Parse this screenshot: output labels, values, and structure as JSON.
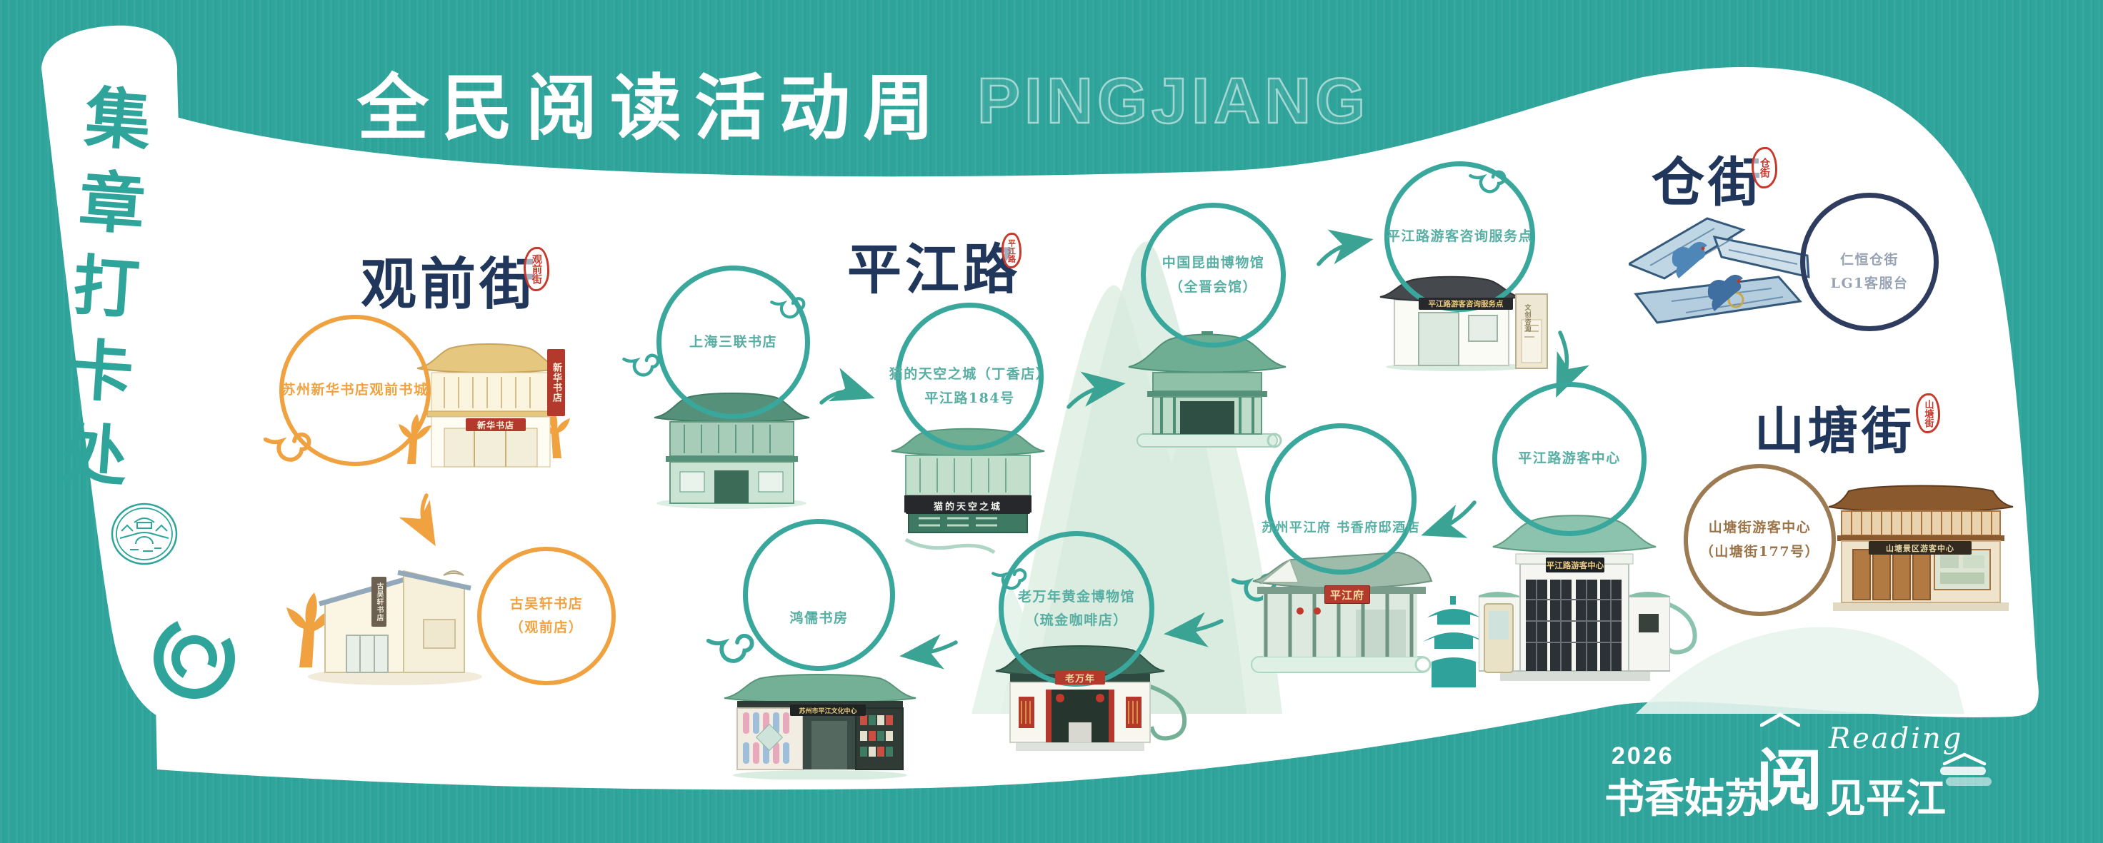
{
  "colors": {
    "background_teal": "#2FA49B",
    "circle_teal": "#3AA79C",
    "label_teal": "#57AEA3",
    "orange": "#F0A241",
    "navy_circle": "#2E3D5F",
    "navy_label": "#97A2B3",
    "brown_circle": "#9C7B52",
    "brown_label": "#9B7348",
    "header_navy": "#21365B",
    "seal_red": "#C8382B"
  },
  "icons": {
    "banner_seal": "bridge-pavilion-seal",
    "footer_books": "books-under-roof-icon",
    "clouds": "auspicious-cloud-icon",
    "pagoda": "pagoda-silhouette-icon"
  },
  "scroll_banner": {
    "vertical_title": "集章打卡处"
  },
  "header": {
    "title": "全民阅读活动周",
    "subtitle": "PINGJIANG"
  },
  "sections": [
    {
      "name": "观前街",
      "seal": "观前街"
    },
    {
      "name": "平江路",
      "seal": "平江路"
    },
    {
      "name": "仓街",
      "seal": "仓街"
    },
    {
      "name": "山塘街",
      "seal": "山塘街"
    }
  ],
  "stops": [
    {
      "id": "xinhua",
      "section": "观前街",
      "circle_color": "orange",
      "lines": [
        "苏州新华书店观前书城"
      ]
    },
    {
      "id": "guwuxuan",
      "section": "观前街",
      "circle_color": "orange",
      "lines": [
        "古吴轩书店",
        "（观前店）"
      ]
    },
    {
      "id": "sanlian",
      "section": "平江路",
      "circle_color": "teal",
      "lines": [
        "上海三联书店"
      ]
    },
    {
      "id": "maokong",
      "section": "平江路",
      "circle_color": "teal",
      "lines": [
        "猫的天空之城（丁香店）",
        "平江路184号"
      ]
    },
    {
      "id": "kunqu",
      "section": "平江路",
      "circle_color": "teal",
      "lines": [
        "中国昆曲博物馆",
        "（全晋会馆）"
      ]
    },
    {
      "id": "zixun",
      "section": "平江路",
      "circle_color": "teal",
      "lines": [
        "平江路游客咨询服务点"
      ]
    },
    {
      "id": "renheng",
      "section": "仓街",
      "circle_color": "navy",
      "lines": [
        "仁恒仓街",
        "LG1客服台"
      ]
    },
    {
      "id": "youke",
      "section": "平江路",
      "circle_color": "teal",
      "lines": [
        "平江路游客中心"
      ]
    },
    {
      "id": "shuxiang",
      "section": "平江路",
      "circle_color": "teal",
      "lines": [
        "苏州平江府 书香府邸酒店"
      ]
    },
    {
      "id": "laowannian",
      "section": "平江路",
      "circle_color": "teal",
      "lines": [
        "老万年黄金博物馆",
        "（琉金咖啡店）"
      ]
    },
    {
      "id": "hongru",
      "section": "平江路",
      "circle_color": "teal",
      "lines": [
        "鸿儒书房"
      ]
    },
    {
      "id": "shantang",
      "section": "山塘街",
      "circle_color": "brown",
      "lines": [
        "山塘街游客中心",
        "（山塘街177号）"
      ]
    }
  ],
  "arrows": [
    {
      "from": "xinhua",
      "to": "guwuxuan",
      "color": "orange"
    },
    {
      "from": "sanlian",
      "to": "maokong",
      "color": "teal"
    },
    {
      "from": "maokong",
      "to": "kunqu",
      "color": "teal"
    },
    {
      "from": "kunqu",
      "to": "zixun",
      "color": "teal"
    },
    {
      "from": "zixun",
      "to": "youke",
      "color": "teal"
    },
    {
      "from": "youke",
      "to": "shuxiang",
      "color": "teal"
    },
    {
      "from": "shuxiang",
      "to": "laowannian",
      "color": "teal"
    },
    {
      "from": "laowannian",
      "to": "hongru",
      "color": "teal"
    }
  ],
  "building_signs": {
    "xinhua_vertical": "新华书店",
    "xinhua_front": "新华书店",
    "guwuxuan": "古吴轩书店",
    "maokong": "猫的天空之城",
    "zixun": "平江路游客咨询服务点",
    "zixun_board": "文创咨询",
    "youke": "平江路游客中心",
    "pingjiangfu": "平江府",
    "laowannian": "老万年",
    "wenhua": "苏州市平江文化中心",
    "shantang": "山塘景区游客中心"
  },
  "footer": {
    "year": "2026",
    "title_prefix": "书香姑苏",
    "title_accent": "阅",
    "title_suffix": "见平江",
    "script_word": "Reading"
  }
}
